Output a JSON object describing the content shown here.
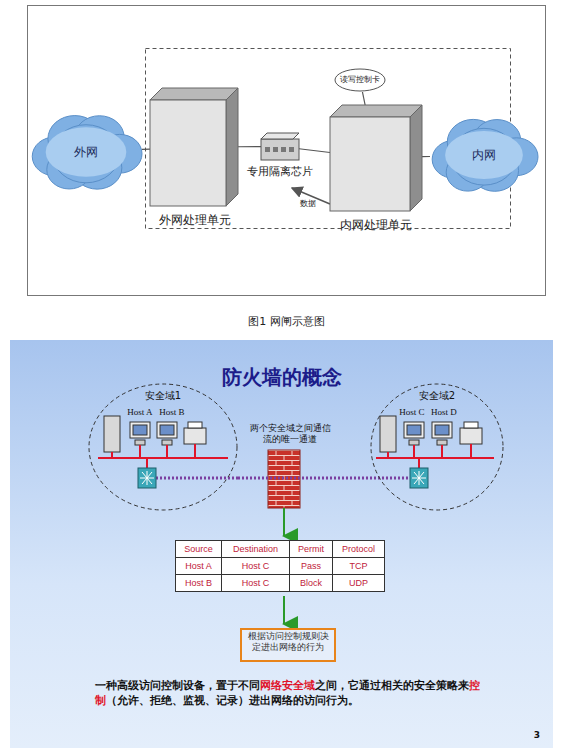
{
  "diagram": {
    "title": "防火墙的概念",
    "caption": "图1 网闸示意图",
    "nodes": [
      {
        "text": [
          "外网"
        ]
      },
      {
        "text": [
          "外网处理单元"
        ]
      },
      {
        "text": [
          "专用隔离芯片"
        ]
      },
      {
        "text": [
          "内网处理单元"
        ]
      },
      {
        "text": [
          "内网"
        ]
      },
      {
        "text": [
          "读写控制卡"
        ]
      },
      {
        "text": [
          "安全域1"
        ]
      },
      {
        "text": [
          "安全域2"
        ]
      },
      {
        "text": [
          "根据访问控制规则决定进出网络的行为"
        ]
      }
    ],
    "edges": [
      {
        "from": 0,
        "to": 1,
        "arrow": "none"
      },
      {
        "from": 1,
        "to": 2,
        "arrow": "none"
      },
      {
        "from": 2,
        "to": 3,
        "arrow": "none"
      },
      {
        "from": 3,
        "to": 4,
        "arrow": "none"
      },
      {
        "from": 3,
        "to": 5,
        "arrow": "none"
      },
      {
        "from": 6,
        "to": 7,
        "arrow": "none"
      }
    ],
    "labels": [
      "数据",
      "Host A",
      "Host B",
      "Host C",
      "Host D",
      "两个安全域之间通信流的唯一通道",
      "Source",
      "Destination",
      "Permit",
      "Protocol",
      "Host A",
      "Host C",
      "Pass",
      "TCP",
      "Host B",
      "Host C",
      "Block",
      "UDP",
      "一种高级访问控制设备，置于不同",
      "网络安全域",
      "之间，它通过相关的安全策略来",
      "控制",
      "（允许、拒绝、监视、记录）进出网络的访问行为。",
      "3"
    ]
  }
}
